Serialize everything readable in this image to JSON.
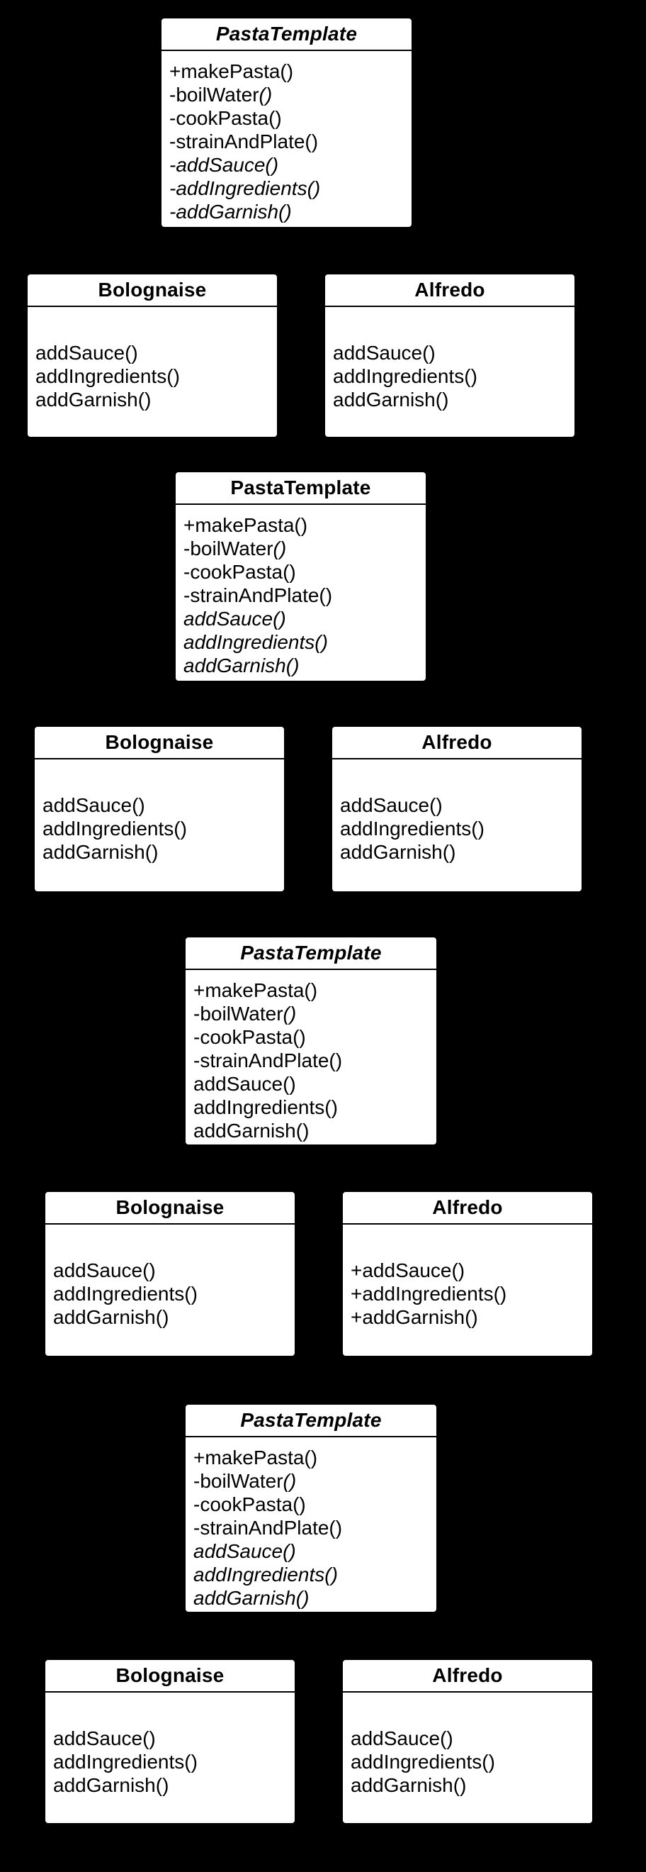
{
  "canvas": {
    "background_color": "#000000",
    "box_fill_color": "#ffffff",
    "box_border_color": "#000000",
    "text_color": "#000000"
  },
  "boxes": [
    {
      "id": "s1-template",
      "kind": "template",
      "title": "PastaTemplate",
      "title_italic": true,
      "methods": [
        [
          {
            "t": "+makePasta()",
            "i": false
          }
        ],
        [
          {
            "t": "-boilWater",
            "i": false
          },
          {
            "t": "()",
            "i": true
          }
        ],
        [
          {
            "t": "-cookPasta()",
            "i": false
          }
        ],
        [
          {
            "t": "-strainAndPlate()",
            "i": false
          }
        ],
        [
          {
            "t": "-addSauce()",
            "i": true
          }
        ],
        [
          {
            "t": "-addIngredients()",
            "i": true
          }
        ],
        [
          {
            "t": "-addGarnish()",
            "i": true
          }
        ]
      ]
    },
    {
      "id": "s1-bolognaise",
      "kind": "subclass",
      "title": "Bolognaise",
      "title_italic": false,
      "methods": [
        [
          {
            "t": "addSauce()",
            "i": false
          }
        ],
        [
          {
            "t": "addIngredients()",
            "i": false
          }
        ],
        [
          {
            "t": "addGarnish()",
            "i": false
          }
        ]
      ]
    },
    {
      "id": "s1-alfredo",
      "kind": "subclass",
      "title": "Alfredo",
      "title_italic": false,
      "methods": [
        [
          {
            "t": "addSauce()",
            "i": false
          }
        ],
        [
          {
            "t": "addIngredients()",
            "i": false
          }
        ],
        [
          {
            "t": "addGarnish()",
            "i": false
          }
        ]
      ]
    },
    {
      "id": "s2-template",
      "kind": "template",
      "title": "PastaTemplate",
      "title_italic": false,
      "methods": [
        [
          {
            "t": "+makePasta()",
            "i": false
          }
        ],
        [
          {
            "t": "-boilWater",
            "i": false
          },
          {
            "t": "()",
            "i": true
          }
        ],
        [
          {
            "t": "-cookPasta()",
            "i": false
          }
        ],
        [
          {
            "t": "-strainAndPlate()",
            "i": false
          }
        ],
        [
          {
            "t": "addSauce()",
            "i": true
          }
        ],
        [
          {
            "t": "addIngredients()",
            "i": true
          }
        ],
        [
          {
            "t": "addGarnish()",
            "i": true
          }
        ]
      ]
    },
    {
      "id": "s2-bolognaise",
      "kind": "subclass",
      "title": "Bolognaise",
      "title_italic": false,
      "methods": [
        [
          {
            "t": "addSauce()",
            "i": false
          }
        ],
        [
          {
            "t": "addIngredients()",
            "i": false
          }
        ],
        [
          {
            "t": "addGarnish()",
            "i": false
          }
        ]
      ]
    },
    {
      "id": "s2-alfredo",
      "kind": "subclass",
      "title": "Alfredo",
      "title_italic": false,
      "methods": [
        [
          {
            "t": "addSauce()",
            "i": false
          }
        ],
        [
          {
            "t": "addIngredients()",
            "i": false
          }
        ],
        [
          {
            "t": "addGarnish()",
            "i": false
          }
        ]
      ]
    },
    {
      "id": "s3-template",
      "kind": "template",
      "title": "PastaTemplate",
      "title_italic": true,
      "methods": [
        [
          {
            "t": "+makePasta()",
            "i": false
          }
        ],
        [
          {
            "t": "-boilWater",
            "i": false
          },
          {
            "t": "()",
            "i": true
          }
        ],
        [
          {
            "t": "-cookPasta()",
            "i": false
          }
        ],
        [
          {
            "t": "-strainAndPlate()",
            "i": false
          }
        ],
        [
          {
            "t": "addSauce()",
            "i": false
          }
        ],
        [
          {
            "t": "addIngredients()",
            "i": false
          }
        ],
        [
          {
            "t": "addGarnish()",
            "i": false
          }
        ]
      ]
    },
    {
      "id": "s3-bolognaise",
      "kind": "subclass",
      "title": "Bolognaise",
      "title_italic": false,
      "methods": [
        [
          {
            "t": "addSauce()",
            "i": false
          }
        ],
        [
          {
            "t": "addIngredients()",
            "i": false
          }
        ],
        [
          {
            "t": "addGarnish()",
            "i": false
          }
        ]
      ]
    },
    {
      "id": "s3-alfredo",
      "kind": "subclass",
      "title": "Alfredo",
      "title_italic": false,
      "methods": [
        [
          {
            "t": "+addSauce()",
            "i": false
          }
        ],
        [
          {
            "t": "+addIngredients()",
            "i": false
          }
        ],
        [
          {
            "t": "+addGarnish()",
            "i": false
          }
        ]
      ]
    },
    {
      "id": "s4-template",
      "kind": "template",
      "title": "PastaTemplate",
      "title_italic": true,
      "methods": [
        [
          {
            "t": "+makePasta()",
            "i": false
          }
        ],
        [
          {
            "t": "-boilWater",
            "i": false
          },
          {
            "t": "()",
            "i": true
          }
        ],
        [
          {
            "t": "-cookPasta()",
            "i": false
          }
        ],
        [
          {
            "t": "-strainAndPlate()",
            "i": false
          }
        ],
        [
          {
            "t": "addSauce()",
            "i": true
          }
        ],
        [
          {
            "t": "addIngredients()",
            "i": true
          }
        ],
        [
          {
            "t": "addGarnish()",
            "i": true
          }
        ]
      ]
    },
    {
      "id": "s4-bolognaise",
      "kind": "subclass",
      "title": "Bolognaise",
      "title_italic": false,
      "methods": [
        [
          {
            "t": "addSauce()",
            "i": false
          }
        ],
        [
          {
            "t": "addIngredients()",
            "i": false
          }
        ],
        [
          {
            "t": "addGarnish()",
            "i": false
          }
        ]
      ]
    },
    {
      "id": "s4-alfredo",
      "kind": "subclass",
      "title": "Alfredo",
      "title_italic": false,
      "methods": [
        [
          {
            "t": "addSauce()",
            "i": false
          }
        ],
        [
          {
            "t": "addIngredients()",
            "i": false
          }
        ],
        [
          {
            "t": "addGarnish()",
            "i": false
          }
        ]
      ]
    }
  ]
}
